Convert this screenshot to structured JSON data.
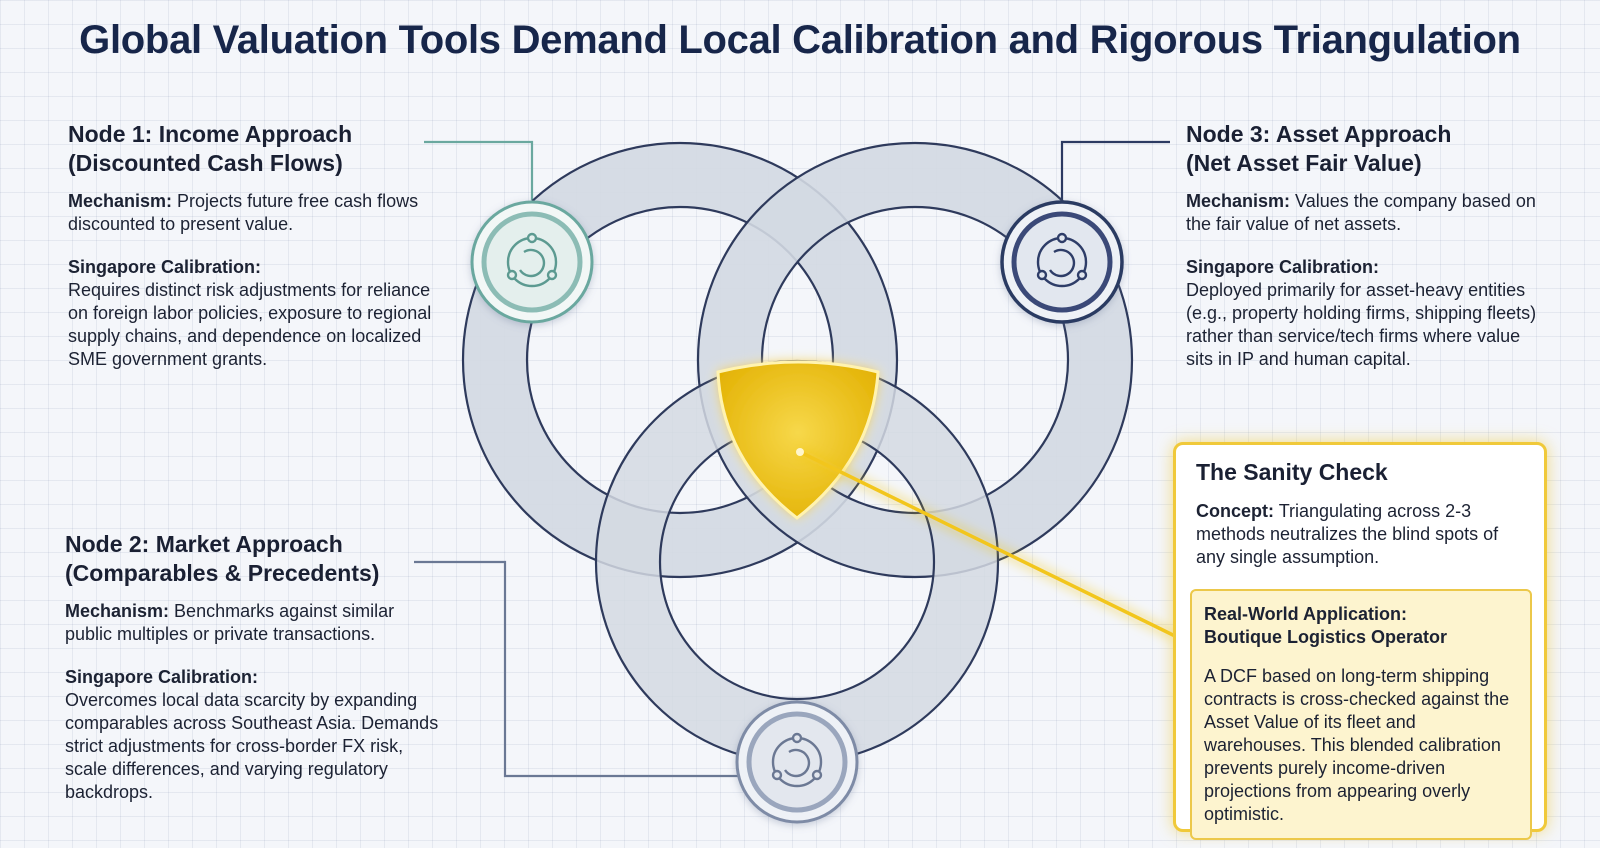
{
  "title": "Global Valuation Tools Demand Local Calibration and Rigorous Triangulation",
  "colors": {
    "teal": "#5fa49a",
    "navy": "#2a3a66",
    "slate": "#8090aa",
    "gold": "#f2c61d",
    "ring_fill": "#d3d9e2"
  },
  "icons": {
    "node1": "orbit-cycle-icon",
    "node2": "orbit-cycle-icon",
    "node3": "orbit-cycle-icon"
  },
  "nodes": {
    "income": {
      "heading_line1": "Node 1: Income Approach",
      "heading_line2": "(Discounted Cash Flows)",
      "mechanism_label": "Mechanism:",
      "mechanism_text": "Projects future free cash flows discounted to present value.",
      "calibration_label": "Singapore Calibration:",
      "calibration_text": "Requires distinct risk adjustments for reliance on foreign labor policies, exposure to regional supply chains, and dependence on localized SME government grants."
    },
    "market": {
      "heading_line1": "Node 2: Market Approach",
      "heading_line2": "(Comparables & Precedents)",
      "mechanism_label": "Mechanism:",
      "mechanism_text": "Benchmarks against similar public multiples or private transactions.",
      "calibration_label": "Singapore Calibration:",
      "calibration_text": "Overcomes local data scarcity by expanding comparables across Southeast Asia. Demands strict adjustments for cross-border FX risk, scale differences, and varying regulatory backdrops."
    },
    "asset": {
      "heading_line1": "Node 3: Asset Approach",
      "heading_line2": "(Net Asset Fair Value)",
      "mechanism_label": "Mechanism:",
      "mechanism_text": "Values the company based on the fair value of net assets.",
      "calibration_label": "Singapore Calibration:",
      "calibration_text": "Deployed primarily for asset-heavy entities (e.g., property holding firms, shipping fleets) rather than service/tech firms where value sits in IP and human capital."
    }
  },
  "sanity": {
    "title": "The Sanity Check",
    "concept_label": "Concept:",
    "concept_text": "Triangulating across 2-3 methods neutralizes the blind spots of any single assumption.",
    "rw_label_line1": "Real-World Application:",
    "rw_label_line2": "Boutique Logistics Operator",
    "rw_text": "A DCF based on long-term shipping contracts is cross-checked against the Asset Value of its fleet and warehouses. This blended calibration prevents purely income-driven projections from appearing overly optimistic."
  }
}
